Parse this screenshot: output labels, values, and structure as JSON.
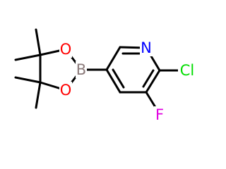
{
  "molecule": {
    "atoms": {
      "N": {
        "symbol": "N",
        "color": "#0000ff"
      },
      "Cl": {
        "symbol": "Cl",
        "color": "#00dd00"
      },
      "F": {
        "symbol": "F",
        "color": "#e000e0"
      },
      "B": {
        "symbol": "B",
        "color": "#8b7a7a"
      },
      "O_top": {
        "symbol": "O",
        "color": "#ff0000"
      },
      "O_bottom": {
        "symbol": "O",
        "color": "#ff0000"
      }
    }
  }
}
